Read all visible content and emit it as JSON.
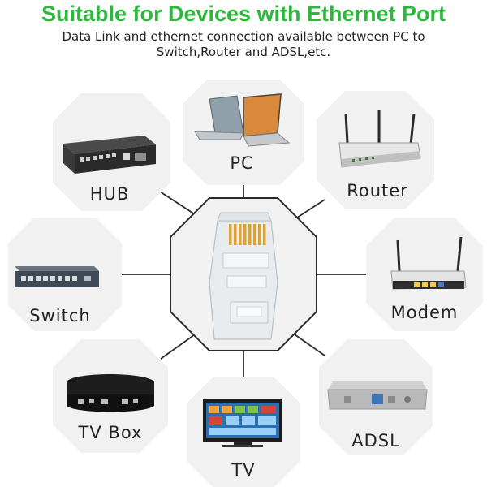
{
  "heading": {
    "title": "Suitable for Devices with Ethernet Port",
    "subtitle_line1": "Data Link and ethernet connection available between PC to",
    "subtitle_line2": "Switch,Router and ADSL,etc."
  },
  "devices": {
    "hub": "HUB",
    "pc": "PC",
    "router": "Router",
    "switch": "Switch",
    "modem": "Modem",
    "tvbox": "TV Box",
    "tv": "TV",
    "adsl": "ADSL"
  },
  "hub_device": {
    "icon": "hub-device-icon"
  },
  "colors": {
    "title": "#2db83d",
    "octagon": "#f1f1f1",
    "lines": "#2a2a2a"
  }
}
